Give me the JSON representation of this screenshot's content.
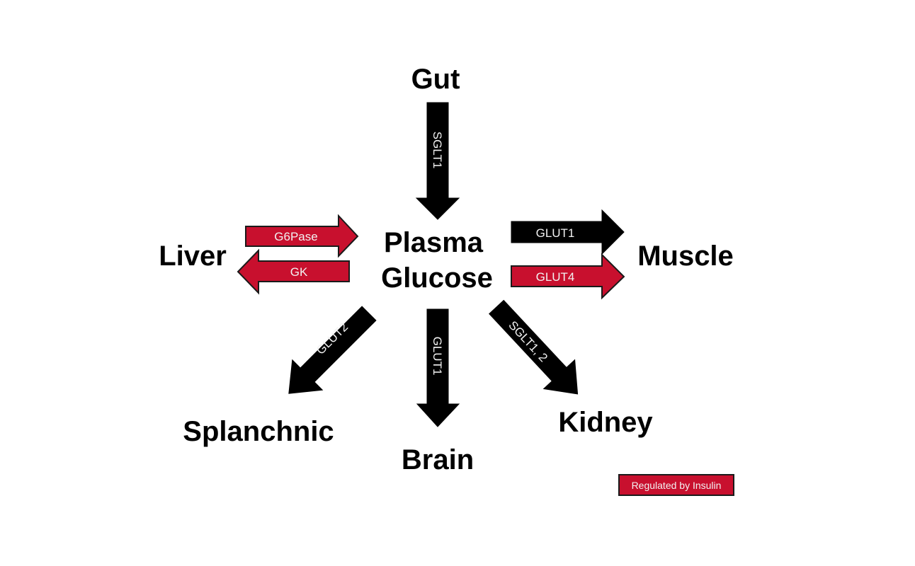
{
  "diagram": {
    "title": "Plasma glucose transport",
    "center": {
      "line1": "Plasma",
      "line2": "Glucose"
    },
    "nodes": {
      "gut": "Gut",
      "liver": "Liver",
      "muscle": "Muscle",
      "splanchnic": "Splanchnic",
      "brain": "Brain",
      "kidney": "Kidney"
    },
    "arrows": [
      {
        "id": "gut-to-plasma",
        "from": "Gut",
        "to": "Plasma Glucose",
        "label": "SGLT1",
        "insulin_regulated": false
      },
      {
        "id": "liver-to-plasma",
        "from": "Liver",
        "to": "Plasma Glucose",
        "label": "G6Pase",
        "insulin_regulated": true
      },
      {
        "id": "plasma-to-liver",
        "from": "Plasma Glucose",
        "to": "Liver",
        "label": "GK",
        "insulin_regulated": true
      },
      {
        "id": "plasma-to-muscle-glut1",
        "from": "Plasma Glucose",
        "to": "Muscle",
        "label": "GLUT1",
        "insulin_regulated": false
      },
      {
        "id": "plasma-to-muscle-glut4",
        "from": "Plasma Glucose",
        "to": "Muscle",
        "label": "GLUT4",
        "insulin_regulated": true
      },
      {
        "id": "plasma-to-splanchnic",
        "from": "Plasma Glucose",
        "to": "Splanchnic",
        "label": "GLUT2",
        "insulin_regulated": false
      },
      {
        "id": "plasma-to-brain",
        "from": "Plasma Glucose",
        "to": "Brain",
        "label": "GLUT1",
        "insulin_regulated": false
      },
      {
        "id": "plasma-to-kidney",
        "from": "Plasma Glucose",
        "to": "Kidney",
        "label": "SGLT1, 2",
        "insulin_regulated": false
      }
    ],
    "legend": {
      "label": "Regulated by Insulin"
    },
    "colors": {
      "regulated": "#C8102E",
      "unregulated": "#000000",
      "text": "#000000",
      "arrow_text": "#f2f2f2"
    }
  }
}
